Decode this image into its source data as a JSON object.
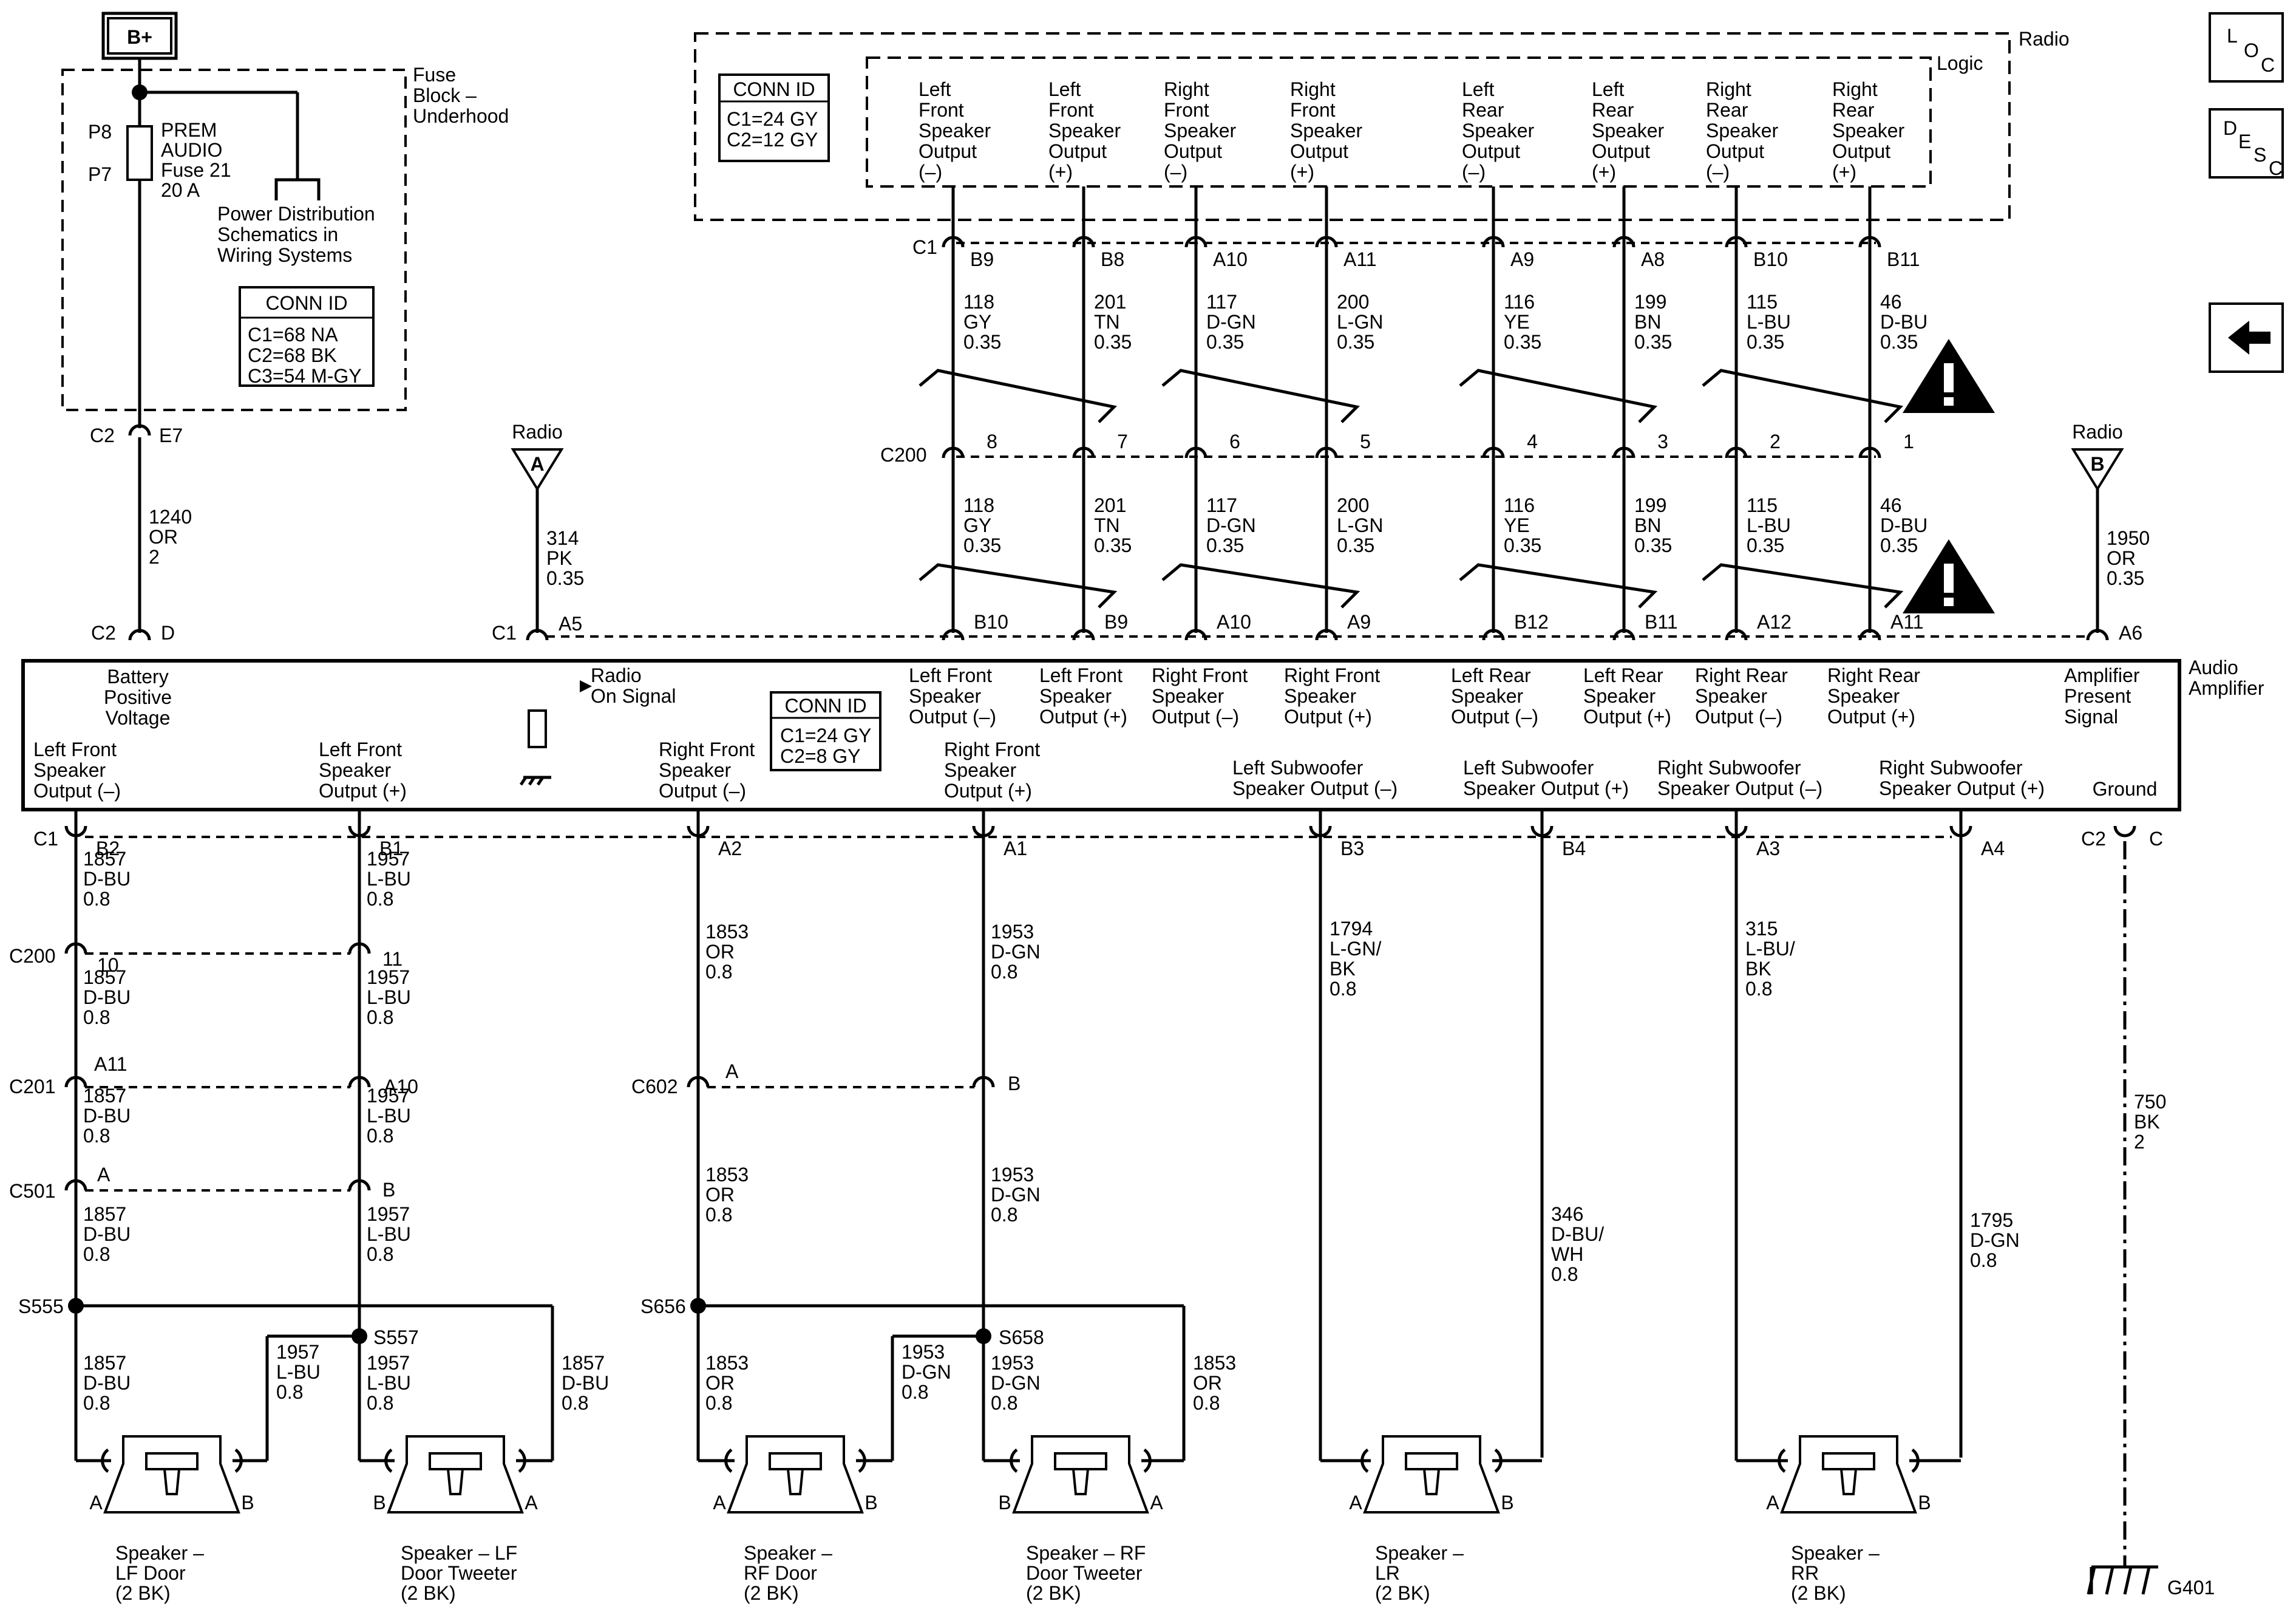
{
  "fuse_block": {
    "battery_label": "B+",
    "title": [
      "Fuse",
      "Block –",
      "Underhood"
    ],
    "pin_p8": "P8",
    "pin_p7": "P7",
    "fuse_lines": [
      "PREM",
      "AUDIO",
      "Fuse 21",
      "20 A"
    ],
    "power_dist": [
      "Power Distribution",
      "Schematics in",
      "Wiring Systems"
    ],
    "conn_id_title": "CONN ID",
    "conn_id_lines": [
      "C1=68 NA",
      "C2=68 BK",
      "C3=54 M-GY"
    ],
    "out_conn": "C2",
    "out_pin": "E7"
  },
  "battery_wire": {
    "circuit": "1240",
    "color": "OR",
    "gauge": "2"
  },
  "radio": {
    "title": "Radio",
    "logic_label": "Logic",
    "conn_id_title": "CONN ID",
    "conn_id_lines": [
      "C1=24 GY",
      "C2=12 GY"
    ],
    "outputs": [
      [
        "Left",
        "Front",
        "Speaker",
        "Output",
        "(–)"
      ],
      [
        "Left",
        "Front",
        "Speaker",
        "Output",
        "(+)"
      ],
      [
        "Right",
        "Front",
        "Speaker",
        "Output",
        "(–)"
      ],
      [
        "Right",
        "Front",
        "Speaker",
        "Output",
        "(+)"
      ],
      [
        "Left",
        "Rear",
        "Speaker",
        "Output",
        "(–)"
      ],
      [
        "Left",
        "Rear",
        "Speaker",
        "Output",
        "(+)"
      ],
      [
        "Right",
        "Rear",
        "Speaker",
        "Output",
        "(–)"
      ],
      [
        "Right",
        "Rear",
        "Speaker",
        "Output",
        "(+)"
      ]
    ],
    "conn_label": "C1",
    "pins": [
      "B9",
      "B8",
      "A10",
      "A11",
      "A9",
      "A8",
      "B10",
      "B11"
    ]
  },
  "upper_wires": [
    {
      "circuit": "118",
      "color": "GY",
      "gauge": "0.35"
    },
    {
      "circuit": "201",
      "color": "TN",
      "gauge": "0.35"
    },
    {
      "circuit": "117",
      "color": "D-GN",
      "gauge": "0.35"
    },
    {
      "circuit": "200",
      "color": "L-GN",
      "gauge": "0.35"
    },
    {
      "circuit": "116",
      "color": "YE",
      "gauge": "0.35"
    },
    {
      "circuit": "199",
      "color": "BN",
      "gauge": "0.35"
    },
    {
      "circuit": "115",
      "color": "L-BU",
      "gauge": "0.35"
    },
    {
      "circuit": "46",
      "color": "D-BU",
      "gauge": "0.35"
    }
  ],
  "c200_upper": {
    "label": "C200",
    "pins": [
      "8",
      "7",
      "6",
      "5",
      "4",
      "3",
      "2",
      "1"
    ]
  },
  "radio_a": {
    "title": "Radio",
    "letter": "A",
    "wire": {
      "circuit": "314",
      "color": "PK",
      "gauge": "0.35"
    }
  },
  "radio_b": {
    "title": "Radio",
    "letter": "B",
    "wire": {
      "circuit": "1950",
      "color": "OR",
      "gauge": "0.35"
    }
  },
  "amp_top": {
    "battery_conn": "C2",
    "battery_pin": "D",
    "c1_conn": "C1",
    "radio_pin": "A5",
    "pins": [
      "B10",
      "B9",
      "A10",
      "A9",
      "B12",
      "B11",
      "A12",
      "A11"
    ],
    "present_pin": "A6"
  },
  "amplifier": {
    "title": [
      "Audio",
      "Amplifier"
    ],
    "battery_label": [
      "Battery",
      "Positive",
      "Voltage"
    ],
    "radio_on": [
      "Radio",
      "On Signal"
    ],
    "conn_id_title": "CONN ID",
    "conn_id_lines": [
      "C1=24 GY",
      "C2=8 GY"
    ],
    "inputs": [
      [
        "Left Front",
        "Speaker",
        "Output (–)"
      ],
      [
        "Left Front",
        "Speaker",
        "Output (+)"
      ],
      [
        "Right Front",
        "Speaker",
        "Output (–)"
      ],
      [
        "Right Front",
        "Speaker",
        "Output (+)"
      ],
      [
        "Left Rear",
        "Speaker",
        "Output (–)"
      ],
      [
        "Left Rear",
        "Speaker",
        "Output (+)"
      ],
      [
        "Right Rear",
        "Speaker",
        "Output (–)"
      ],
      [
        "Right Rear",
        "Speaker",
        "Output (+)"
      ]
    ],
    "present_label": [
      "Amplifier",
      "Present",
      "Signal"
    ],
    "outputs": [
      [
        "Left Front",
        "Speaker",
        "Output (–)"
      ],
      [
        "Left Front",
        "Speaker",
        "Output (+)"
      ],
      [
        "Right Front",
        "Speaker",
        "Output (–)"
      ],
      [
        "Right Front",
        "Speaker",
        "Output (+)"
      ],
      [
        "Left Subwoofer",
        "Speaker Output (–)"
      ],
      [
        "Left Subwoofer",
        "Speaker Output (+)"
      ],
      [
        "Right Subwoofer",
        "Speaker Output (–)"
      ],
      [
        "Right Subwoofer",
        "Speaker Output (+)"
      ]
    ],
    "ground_label": "Ground"
  },
  "amp_bottom": {
    "c1_conn": "C1",
    "pins": [
      "B2",
      "B1",
      "A2",
      "A1",
      "B3",
      "B4",
      "A3",
      "A4"
    ],
    "c2_conn": "C2",
    "ground_pin": "C"
  },
  "lf_wires": [
    {
      "circuit": "1857",
      "color": "D-BU",
      "gauge": "0.8"
    },
    {
      "circuit": "1957",
      "color": "L-BU",
      "gauge": "0.8"
    }
  ],
  "rf_wires": [
    {
      "circuit": "1853",
      "color": "OR",
      "gauge": "0.8"
    },
    {
      "circuit": "1953",
      "color": "D-GN",
      "gauge": "0.8"
    }
  ],
  "sub_wires": [
    {
      "circuit": "1794",
      "lines": [
        "L-GN/",
        "BK"
      ],
      "gauge": "0.8"
    },
    {
      "circuit": "346",
      "lines": [
        "D-BU/",
        "WH"
      ],
      "gauge": "0.8"
    },
    {
      "circuit": "315",
      "lines": [
        "L-BU/",
        "BK"
      ],
      "gauge": "0.8"
    },
    {
      "circuit": "1795",
      "lines": [
        "D-GN"
      ],
      "gauge": "0.8"
    }
  ],
  "ground_wire": {
    "circuit": "750",
    "color": "BK",
    "gauge": "2"
  },
  "ground_label": "G401",
  "connectors": {
    "c200_lower": {
      "label": "C200",
      "pins": [
        "10",
        "11"
      ]
    },
    "c201": {
      "label": "C201",
      "pins": [
        "A11",
        "A10"
      ]
    },
    "c501": {
      "label": "C501",
      "pins": [
        "A",
        "B"
      ]
    },
    "c602": {
      "label": "C602",
      "pins": [
        "A",
        "B"
      ]
    }
  },
  "splices": [
    "S555",
    "S557",
    "S656",
    "S658"
  ],
  "speakers": [
    {
      "name": [
        "Speaker –",
        "LF Door",
        "(2 BK)"
      ],
      "left_pin": "A",
      "right_pin": "B"
    },
    {
      "name": [
        "Speaker – LF",
        "Door Tweeter",
        "(2 BK)"
      ],
      "left_pin": "B",
      "right_pin": "A"
    },
    {
      "name": [
        "Speaker –",
        "RF Door",
        "(2 BK)"
      ],
      "left_pin": "A",
      "right_pin": "B"
    },
    {
      "name": [
        "Speaker – RF",
        "Door Tweeter",
        "(2 BK)"
      ],
      "left_pin": "B",
      "right_pin": "A"
    },
    {
      "name": [
        "Speaker –",
        "LR",
        "(2 BK)"
      ],
      "left_pin": "A",
      "right_pin": "B"
    },
    {
      "name": [
        "Speaker –",
        "RR",
        "(2 BK)"
      ],
      "left_pin": "A",
      "right_pin": "B"
    }
  ],
  "nav": {
    "loc_letters": [
      "L",
      "O",
      "C"
    ],
    "desc_letters": [
      "D",
      "E",
      "S",
      "C"
    ],
    "back_icon": "left-arrow-icon"
  },
  "warning_icon": "warning-triangle-icon"
}
